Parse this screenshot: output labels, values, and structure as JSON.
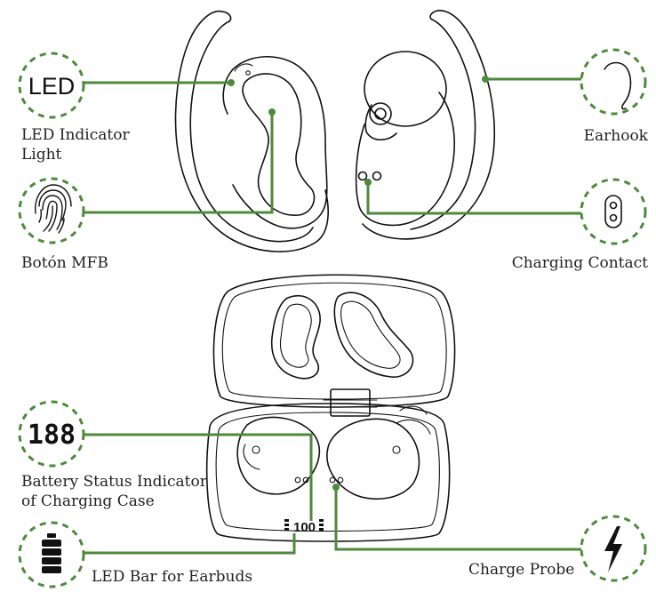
{
  "colors": {
    "accent": "#4d8a3b",
    "ink": "#111111",
    "background": "#ffffff"
  },
  "callouts": {
    "led": {
      "icon_text": "LED",
      "label_line1": "LED Indicator",
      "label_line2": "Light",
      "icon": "led-text-icon"
    },
    "mfb": {
      "label": "Botón MFB",
      "icon": "fingerprint-icon"
    },
    "earhook": {
      "label": "Earhook",
      "icon": "earhook-icon"
    },
    "charging_contact": {
      "label": "Charging Contact",
      "icon": "charging-contact-icon"
    },
    "battery_status": {
      "icon_text": "188",
      "label_line1": "Battery Status Indicator",
      "label_line2": "of Charging Case",
      "icon": "segment-display-icon"
    },
    "led_bar": {
      "label": "LED Bar for Earbuds",
      "icon": "battery-bars-icon"
    },
    "charge_probe": {
      "label": "Charge Probe",
      "icon": "lightning-icon"
    }
  },
  "case_display": {
    "value": "100"
  }
}
